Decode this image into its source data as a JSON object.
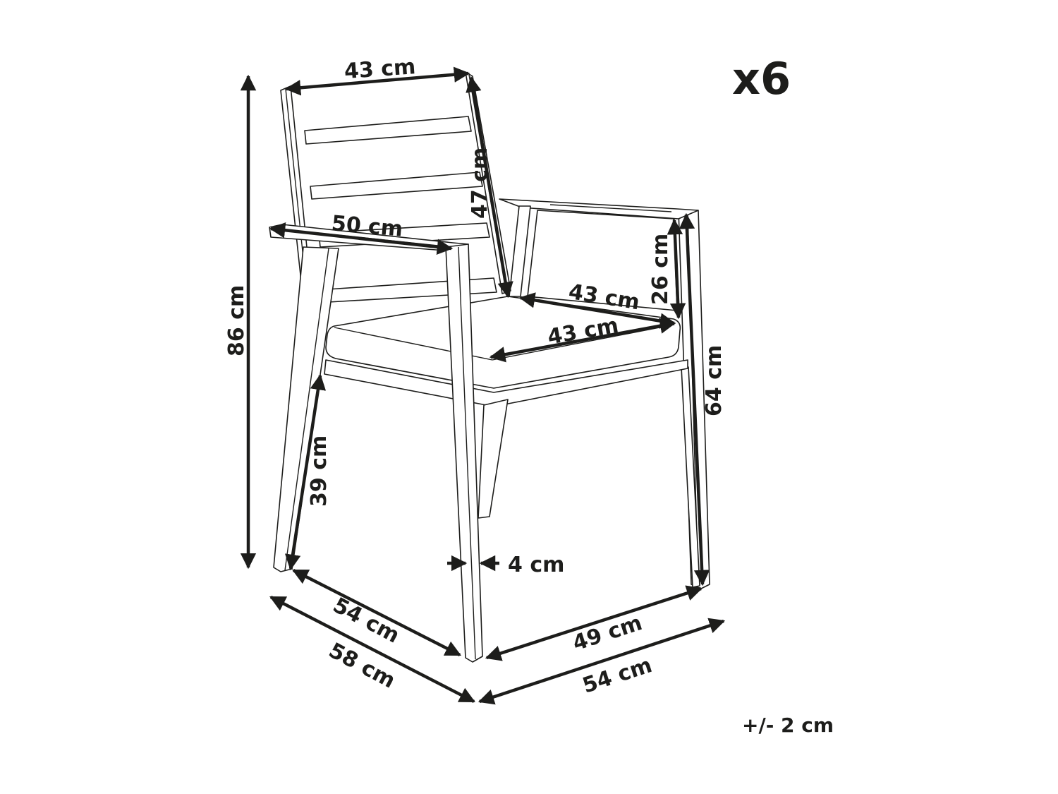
{
  "diagram": {
    "subject": "Garden dining chair dimension drawing",
    "quantity_label": "x6",
    "tolerance_label": "+/- 2 cm",
    "dimensions": {
      "backrest_width": "43 cm",
      "backrest_height": "47 cm",
      "armrest_length": "50 cm",
      "total_height": "86 cm",
      "seat_depth": "43 cm",
      "seat_width": "43 cm",
      "armrest_height_above_seat": "26 cm",
      "armrest_height": "64 cm",
      "seat_height": "39 cm",
      "leg_width": "4 cm",
      "leg_depth_span": "54 cm",
      "total_depth": "58 cm",
      "leg_width_span": "49 cm",
      "total_width": "54 cm"
    },
    "colors": {
      "line": "#1d1d1b",
      "background": "#ffffff"
    }
  }
}
